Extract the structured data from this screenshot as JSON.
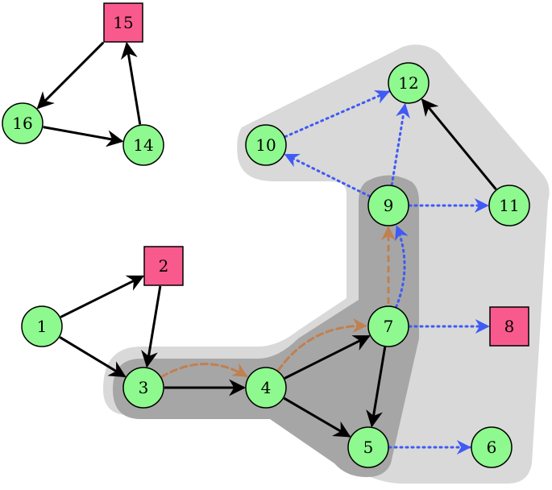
{
  "colors": {
    "circle_fill": "#8ef98e",
    "square_fill": "#f95a8e",
    "solid_edge": "#000000",
    "dotted_edge": "#3f5af5",
    "dashed_edge": "#c08050",
    "outer_region": "#d9d9d9",
    "inner_region": "#a6a6a6"
  },
  "nodes": [
    {
      "id": "1",
      "shape": "circle"
    },
    {
      "id": "2",
      "shape": "square"
    },
    {
      "id": "3",
      "shape": "circle"
    },
    {
      "id": "4",
      "shape": "circle"
    },
    {
      "id": "5",
      "shape": "circle"
    },
    {
      "id": "6",
      "shape": "circle"
    },
    {
      "id": "7",
      "shape": "circle"
    },
    {
      "id": "8",
      "shape": "square"
    },
    {
      "id": "9",
      "shape": "circle"
    },
    {
      "id": "10",
      "shape": "circle"
    },
    {
      "id": "11",
      "shape": "circle"
    },
    {
      "id": "12",
      "shape": "circle"
    },
    {
      "id": "14",
      "shape": "circle"
    },
    {
      "id": "15",
      "shape": "square"
    },
    {
      "id": "16",
      "shape": "circle"
    }
  ],
  "edges": [
    {
      "from": "1",
      "to": "2",
      "style": "solid"
    },
    {
      "from": "1",
      "to": "3",
      "style": "solid"
    },
    {
      "from": "2",
      "to": "3",
      "style": "solid"
    },
    {
      "from": "3",
      "to": "4",
      "style": "solid"
    },
    {
      "from": "4",
      "to": "7",
      "style": "solid"
    },
    {
      "from": "4",
      "to": "5",
      "style": "solid"
    },
    {
      "from": "7",
      "to": "5",
      "style": "solid"
    },
    {
      "from": "11",
      "to": "12",
      "style": "solid"
    },
    {
      "from": "15",
      "to": "16",
      "style": "solid"
    },
    {
      "from": "16",
      "to": "14",
      "style": "solid"
    },
    {
      "from": "14",
      "to": "15",
      "style": "solid"
    },
    {
      "from": "7",
      "to": "8",
      "style": "dotted"
    },
    {
      "from": "5",
      "to": "6",
      "style": "dotted"
    },
    {
      "from": "9",
      "to": "11",
      "style": "dotted"
    },
    {
      "from": "9",
      "to": "12",
      "style": "dotted"
    },
    {
      "from": "9",
      "to": "10",
      "style": "dotted"
    },
    {
      "from": "10",
      "to": "12",
      "style": "dotted"
    },
    {
      "from": "7",
      "to": "9",
      "style": "dotted-curved"
    },
    {
      "from": "3",
      "to": "4",
      "style": "dashed-curved"
    },
    {
      "from": "4",
      "to": "7",
      "style": "dashed-curved"
    },
    {
      "from": "7",
      "to": "9",
      "style": "dashed"
    }
  ]
}
